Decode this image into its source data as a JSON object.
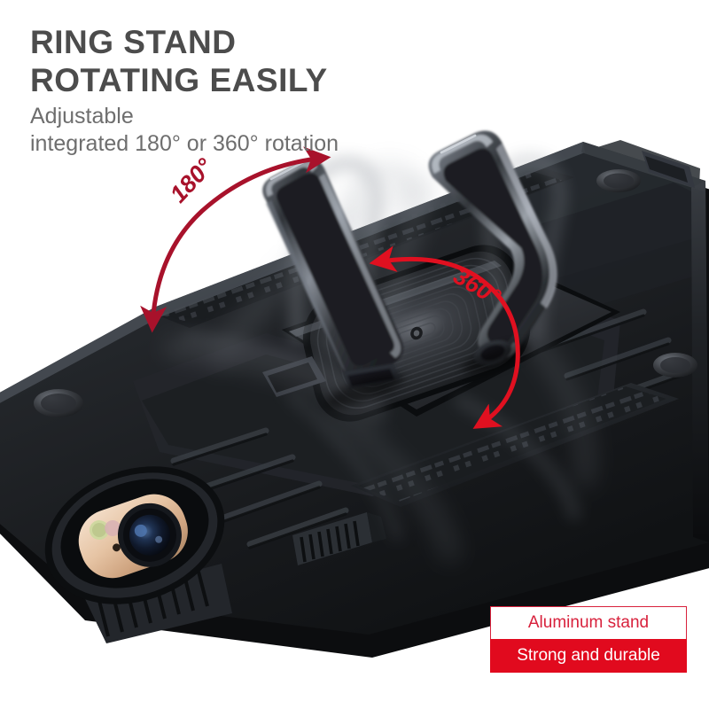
{
  "background": "#ffffff",
  "headline": {
    "line1": "RING STAND",
    "line2": "ROTATING EASILY",
    "color": "#4c4c4c"
  },
  "subhead": {
    "line1": "Adjustable",
    "line2": "integrated 180° or 360° rotation",
    "color": "#6e6e6e"
  },
  "annotations": {
    "rotation_180": {
      "label": "180°",
      "color": "#a8122b",
      "arrow_style": "double-headed curved arrow",
      "meaning": "kickstand folds through 180 degrees"
    },
    "rotation_360": {
      "label": "360°",
      "color": "#e01020",
      "arrow_style": "double-headed curved arrow",
      "meaning": "ring rotates a full 360 degrees"
    }
  },
  "badge": {
    "top_text": "Aluminum stand",
    "bottom_text": "Strong and durable",
    "border_color": "#d8213c",
    "top_text_color": "#d8213c",
    "bottom_bg_color": "#e10a1e",
    "bottom_text_color": "#ffffff"
  },
  "product": {
    "type": "rugged armor phone case with rotating metal ring stand",
    "case_color": "#1d1f22",
    "camera_bump_color": "#e9c6a8",
    "lens_color": "#1a2438",
    "ring_metal_color": "#4a4d52"
  }
}
